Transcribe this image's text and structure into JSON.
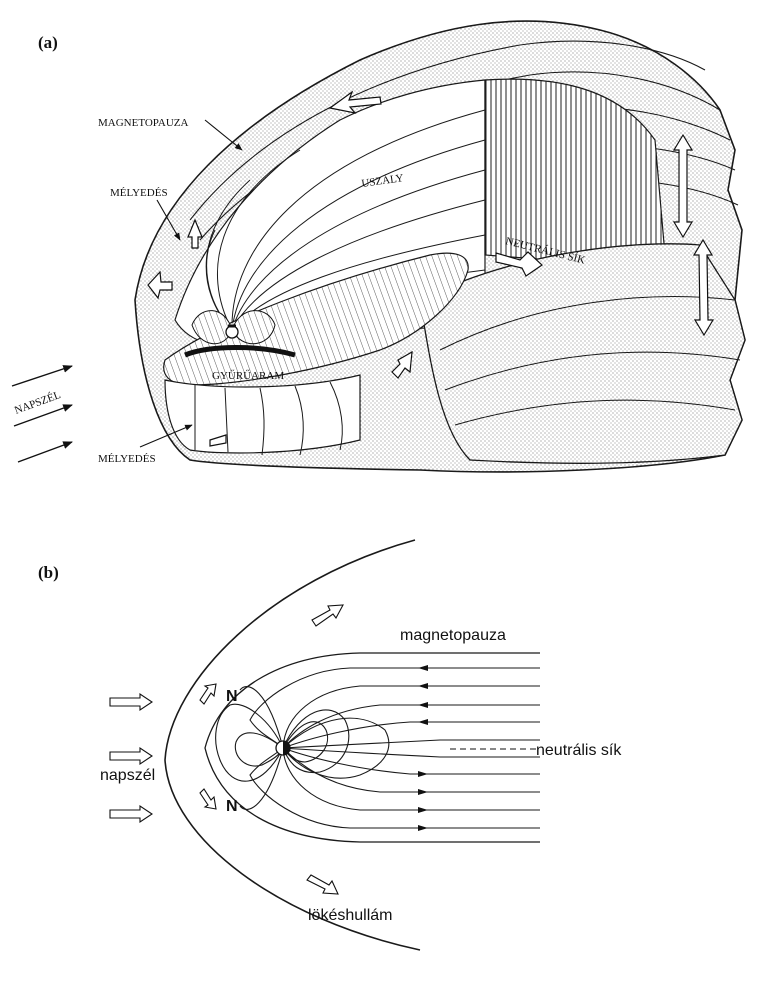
{
  "panel_a": {
    "label": "(a)",
    "labels": {
      "magnetopauza": "MAGNETOPAUZA",
      "melyedes_top": "MÉLYEDÉS",
      "uszaly": "USZÁLY",
      "neutralis_sik": "NEUTRÁLIS SÍK",
      "gyuruaram": "GYŰRŰARAM",
      "napszel": "NAPSZÉL",
      "melyedes_bottom": "MÉLYEDÉS"
    }
  },
  "panel_b": {
    "label": "(b)",
    "labels": {
      "magnetopauza": "magnetopauza",
      "neutralis_sik": "neutrális sík",
      "napszel": "napszél",
      "lokeshullam": "lökéshullám",
      "n_top": "N",
      "n_bottom": "N"
    }
  }
}
